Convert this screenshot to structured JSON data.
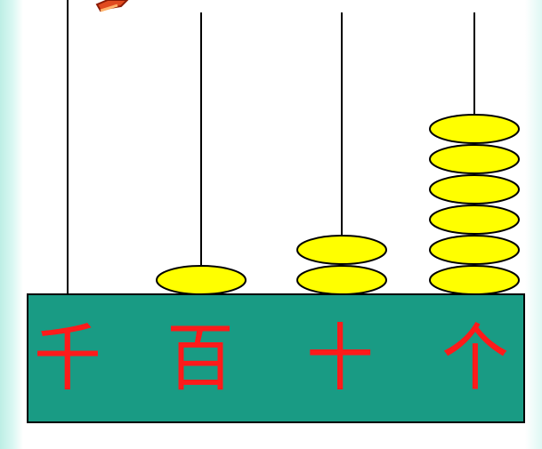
{
  "abacus": {
    "columns": [
      {
        "label": "千",
        "bead_count": 0
      },
      {
        "label": "百",
        "bead_count": 1
      },
      {
        "label": "十",
        "bead_count": 2
      },
      {
        "label": "个",
        "bead_count": 6
      }
    ],
    "colors": {
      "background": "#ffffff",
      "edge_tint": "#bdeee5",
      "base": "#199b84",
      "base_border": "#000000",
      "rod": "#000000",
      "bead": "#ffff00",
      "bead_border": "#000000",
      "label": "#ff1a1a",
      "partial_shape": "#e04a1f"
    }
  }
}
